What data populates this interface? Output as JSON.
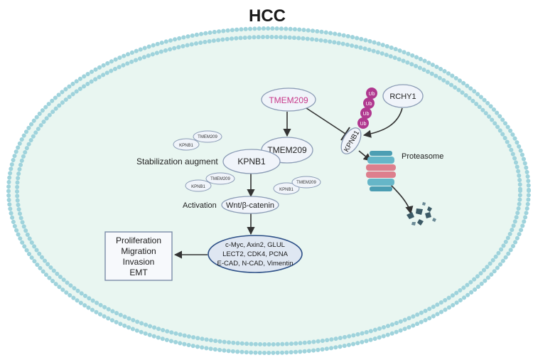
{
  "title": "HCC",
  "nodes": {
    "tmem209_top": "TMEM209",
    "rchy1": "RCHY1",
    "ub": "Ub",
    "kpnb1_bound": "KPNB1",
    "proteasome": "Proteasome",
    "tmem209_mid": "TMEM209",
    "kpnb1_main": "KPNB1",
    "stabilization": "Stabilization augment",
    "activation": "Activation",
    "wnt": "Wnt/β-catenin",
    "targets": [
      "c-Myc, Axin2, GLUL",
      "LECT2, CDK4, PCNA",
      "E-CAD, N-CAD, Vimentin"
    ],
    "outcomes": [
      "Proliferation",
      "Migration",
      "Invasion",
      "EMT"
    ],
    "complex_kpnb1": "KPNB1",
    "complex_tmem209": "TMEM209"
  },
  "colors": {
    "cytoplasm": "#e9f6f1",
    "membrane": "#9fd3dc",
    "tmem209_highlight": "#c8388a",
    "ub": "#b0388f",
    "node_fill": "#f0f4fa",
    "node_stroke": "#8a9bb5",
    "targets_fill": "#dfe7f2",
    "targets_stroke": "#2c4f86",
    "box_stroke": "#7a8ca8",
    "proteasome_blue": "#66b6c8",
    "proteasome_pink": "#dd7f8d",
    "fragments": "#3c5a66"
  }
}
